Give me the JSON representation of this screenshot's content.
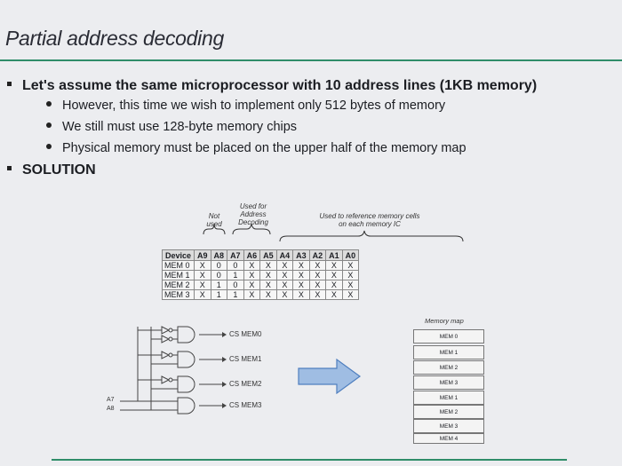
{
  "slide": {
    "title": "Partial address decoding",
    "bullet1": "Let's assume the same microprocessor with 10 address lines (1KB memory)",
    "sub_bullets": [
      "However, this time we wish to implement only 512 bytes of memory",
      "We still must use 128-byte memory chips",
      "Physical memory must be placed on the upper half of the memory map"
    ],
    "bullet2": "SOLUTION"
  },
  "annotations": {
    "not_used": "Not used",
    "used_for_decoding": "Used for Address Decoding",
    "used_for_cells": "Used to reference memory cells on each memory IC"
  },
  "table": {
    "headers": [
      "Device",
      "A9",
      "A8",
      "A7",
      "A6",
      "A5",
      "A4",
      "A3",
      "A2",
      "A1",
      "A0"
    ],
    "rows": [
      [
        "MEM 0",
        "X",
        "0",
        "0",
        "X",
        "X",
        "X",
        "X",
        "X",
        "X",
        "X"
      ],
      [
        "MEM 1",
        "X",
        "0",
        "1",
        "X",
        "X",
        "X",
        "X",
        "X",
        "X",
        "X"
      ],
      [
        "MEM 2",
        "X",
        "1",
        "0",
        "X",
        "X",
        "X",
        "X",
        "X",
        "X",
        "X"
      ],
      [
        "MEM 3",
        "X",
        "1",
        "1",
        "X",
        "X",
        "X",
        "X",
        "X",
        "X",
        "X"
      ]
    ]
  },
  "decoder": {
    "chip_selects": [
      "CS MEM0",
      "CS MEM1",
      "CS MEM2",
      "CS MEM3"
    ],
    "inputs": [
      "A7",
      "A8"
    ]
  },
  "memory_map": {
    "title": "Memory map",
    "blocks": [
      "MEM 0",
      "MEM 1",
      "MEM 2",
      "MEM 3",
      "MEM 1",
      "MEM 2",
      "MEM 3",
      "MEM 4"
    ]
  },
  "colors": {
    "accent_rule": "#2f8d69",
    "arrow_fill": "#9fbde3",
    "arrow_stroke": "#4f7fbf"
  }
}
